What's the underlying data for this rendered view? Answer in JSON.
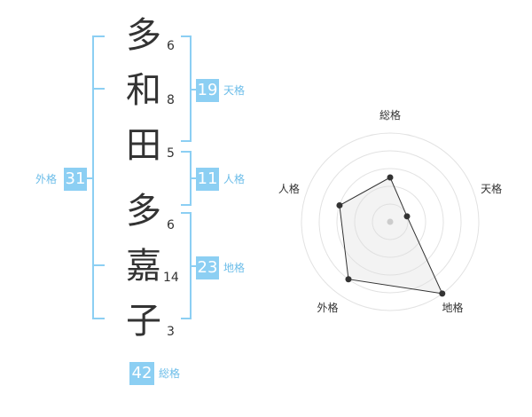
{
  "name": {
    "chars": [
      {
        "char": "多",
        "strokes": "6"
      },
      {
        "char": "和",
        "strokes": "8"
      },
      {
        "char": "田",
        "strokes": "5"
      },
      {
        "char": "多",
        "strokes": "6"
      },
      {
        "char": "嘉",
        "strokes": "14"
      },
      {
        "char": "子",
        "strokes": "3"
      }
    ]
  },
  "fortunes": {
    "tenkaku": {
      "value": "19",
      "label": "天格"
    },
    "jinkaku": {
      "value": "11",
      "label": "人格"
    },
    "chikaku": {
      "value": "23",
      "label": "地格"
    },
    "gaikaku": {
      "value": "31",
      "label": "外格"
    },
    "soukaku": {
      "value": "42",
      "label": "総格"
    }
  },
  "colors": {
    "accent": "#8ccff3",
    "accent_text": "#6cbde9",
    "text": "#333333"
  },
  "chart_data": {
    "type": "radar",
    "axes": [
      "総格",
      "天格",
      "地格",
      "外格",
      "人格"
    ],
    "levels": 5,
    "range": [
      0,
      5
    ],
    "values": [
      2.5,
      1.0,
      5.0,
      4.0,
      3.0
    ]
  }
}
